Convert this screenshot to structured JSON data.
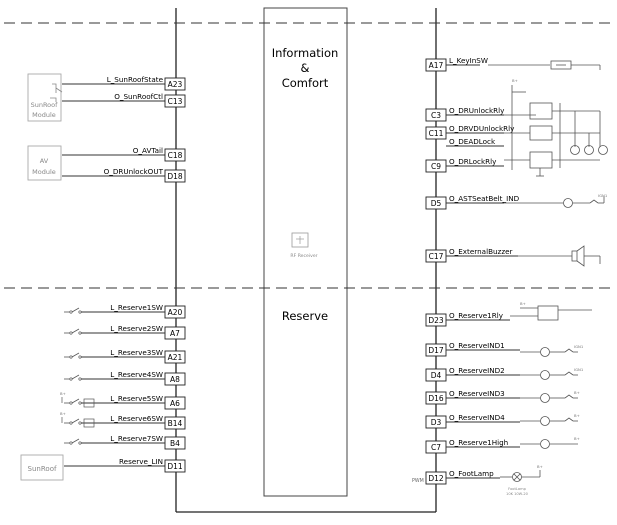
{
  "sections": {
    "info_title_1": "Information",
    "info_title_2": "&",
    "info_title_3": "Comfort",
    "reserve_title": "Reserve"
  },
  "modules": {
    "sunroof_module": [
      "SunRoof",
      "Module"
    ],
    "av_module": [
      "AV",
      "Module"
    ],
    "sunroof_lin": "SunRoof",
    "rf_receiver": "RF Receiver"
  },
  "left_pins": [
    {
      "pin": "A23",
      "signal": "L_SunRoofState"
    },
    {
      "pin": "C13",
      "signal": "O_SunRoofCtl"
    },
    {
      "pin": "C18",
      "signal": "O_AVTail"
    },
    {
      "pin": "D18",
      "signal": "O_DRUnlockOUT"
    },
    {
      "pin": "A20",
      "signal": "L_Reserve1SW"
    },
    {
      "pin": "A7",
      "signal": "L_Reserve2SW"
    },
    {
      "pin": "A21",
      "signal": "L_Reserve3SW"
    },
    {
      "pin": "A8",
      "signal": "L_Reserve4SW"
    },
    {
      "pin": "A6",
      "signal": "L_Reserve5SW"
    },
    {
      "pin": "B14",
      "signal": "L_Reserve6SW"
    },
    {
      "pin": "B4",
      "signal": "L_Reserve7SW"
    },
    {
      "pin": "D11",
      "signal": "Reserve_LIN"
    }
  ],
  "right_pins": [
    {
      "pin": "A17",
      "signal": "L_KeyInSW"
    },
    {
      "pin": "C3",
      "signal": "O_DRUnlockRly"
    },
    {
      "pin": "C11",
      "signal": "O_DRVDUnlockRly"
    },
    {
      "pin": "C11b",
      "signal": "O_DEADLock"
    },
    {
      "pin": "C9",
      "signal": "O_DRLockRly"
    },
    {
      "pin": "D5",
      "signal": "O_ASTSeatBelt_IND"
    },
    {
      "pin": "C17",
      "signal": "O_ExternalBuzzer"
    },
    {
      "pin": "D23",
      "signal": "O_Reserve1Rly"
    },
    {
      "pin": "D17",
      "signal": "O_ReserveIND1"
    },
    {
      "pin": "D4",
      "signal": "O_ReserveIND2"
    },
    {
      "pin": "D16",
      "signal": "O_ReserveIND3"
    },
    {
      "pin": "D3",
      "signal": "O_ReserveIND4"
    },
    {
      "pin": "C7",
      "signal": "O_Reserve1High"
    },
    {
      "pin": "D12",
      "signal": "O_FootLamp"
    }
  ],
  "misc": {
    "pwm": "PWM",
    "footlamp": "FootLamp",
    "footlamp_rating": "10K 10W-20",
    "ign1": "IGN1",
    "bplus": "B+"
  }
}
